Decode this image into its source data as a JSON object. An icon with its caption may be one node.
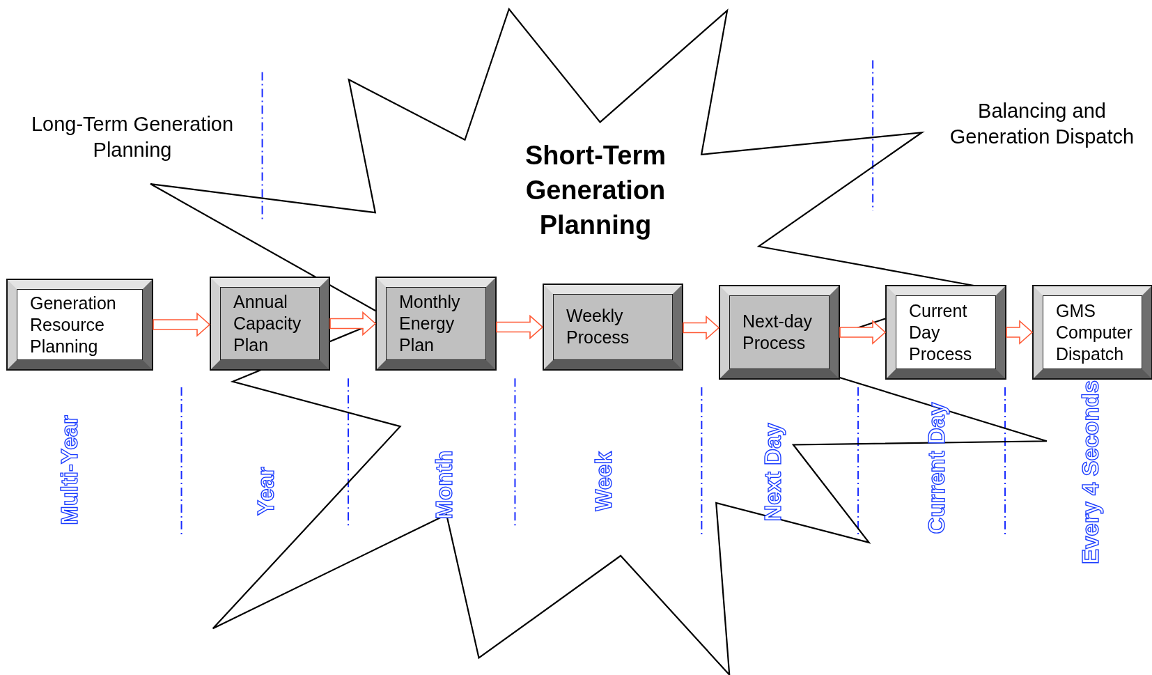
{
  "diagram": {
    "nodes": [
      {
        "text": [
          "Short-Term Generation Planning"
        ]
      },
      {
        "text": [
          "Generation Resource Planning"
        ]
      },
      {
        "text": [
          "Annual Capacity Plan"
        ]
      },
      {
        "text": [
          "Monthly Energy Plan"
        ],
        "in": 0
      },
      {
        "text": [
          "Weekly Process"
        ],
        "in": 0
      },
      {
        "text": [
          "Next-day Process"
        ],
        "in": 0
      },
      {
        "text": [
          "Current Day Process"
        ]
      },
      {
        "text": [
          "GMS Computer Dispatch"
        ]
      }
    ],
    "edges": [
      {
        "from": 1,
        "to": 2,
        "arrow": "to"
      },
      {
        "from": 2,
        "to": 3,
        "arrow": "to"
      },
      {
        "from": 3,
        "to": 4,
        "arrow": "to"
      },
      {
        "from": 4,
        "to": 5,
        "arrow": "to"
      },
      {
        "from": 5,
        "to": 6,
        "arrow": "to"
      },
      {
        "from": 6,
        "to": 7,
        "arrow": "to"
      }
    ],
    "labels": [
      "Long-Term Generation Planning",
      "Balancing and Generation Dispatch",
      "Multi-Year",
      "Year",
      "Month",
      "Week",
      "Next Day",
      "Current Day",
      "Every 4 Seconds"
    ]
  }
}
